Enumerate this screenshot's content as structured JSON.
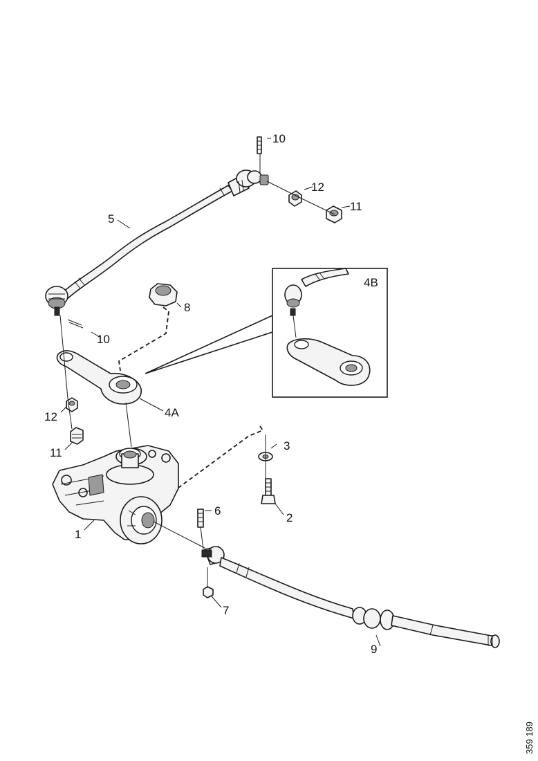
{
  "diagram": {
    "callouts": {
      "c1": "1",
      "c2": "2",
      "c3": "3",
      "c4a": "4A",
      "c4b": "4B",
      "c5": "5",
      "c6": "6",
      "c7": "7",
      "c8": "8",
      "c9": "9",
      "c10_top": "10",
      "c10_mid": "10",
      "c11_top": "11",
      "c11_left": "11",
      "c12_top": "12",
      "c12_left": "12"
    },
    "figure_id": "359 189"
  }
}
